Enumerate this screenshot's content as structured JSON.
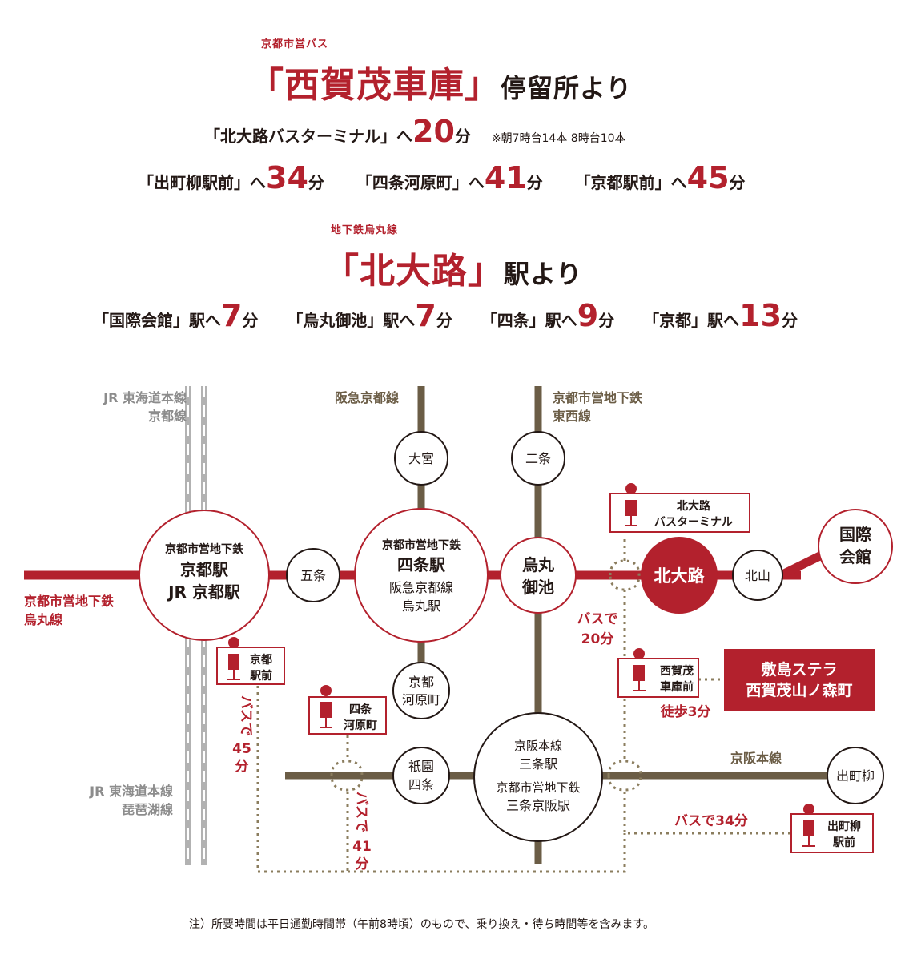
{
  "colors": {
    "accent": "#b3212d",
    "brown": "#6b5d46",
    "jr_gray": "#b2b2b2",
    "text": "#231815",
    "label_gray": "#8c8c8c"
  },
  "bus": {
    "subtitle": "京都市営バス",
    "title": "「西賀茂車庫」",
    "suffix": "停留所より",
    "rows": [
      [
        {
          "pre": "「北大路バスターミナル」へ",
          "num": "20",
          "post": "分"
        }
      ],
      [
        {
          "pre": "「出町柳駅前」へ",
          "num": "34",
          "post": "分"
        },
        {
          "pre": "「四条河原町」へ",
          "num": "41",
          "post": "分"
        },
        {
          "pre": "「京都駅前」へ",
          "num": "45",
          "post": "分"
        }
      ]
    ],
    "note": "※朝7時台14本 8時台10本"
  },
  "subway": {
    "subtitle": "地下鉄烏丸線",
    "title": "「北大路」",
    "suffix": "駅より",
    "row": [
      {
        "pre": "「国際会館」駅へ",
        "num": "7",
        "post": "分"
      },
      {
        "pre": "「烏丸御池」駅へ",
        "num": "7",
        "post": "分"
      },
      {
        "pre": "「四条」駅へ",
        "num": "9",
        "post": "分"
      },
      {
        "pre": "「京都」駅へ",
        "num": "13",
        "post": "分"
      }
    ]
  },
  "map": {
    "lines": {
      "jr_top_1": "JR 東海道本線",
      "jr_top_2": "京都線",
      "hankyu": "阪急京都線",
      "tozai_1": "京都市営地下鉄",
      "tozai_2": "東西線",
      "karasuma_1": "京都市営地下鉄",
      "karasuma_2": "烏丸線",
      "keihan": "京阪本線",
      "jr_bottom_1": "JR 東海道本線",
      "jr_bottom_2": "琵琶湖線"
    },
    "stations": {
      "kyoto_1": "京都市営地下鉄",
      "kyoto_2": "京都駅",
      "kyoto_3": "JR 京都駅",
      "gojo": "五条",
      "shijo_1": "京都市営地下鉄",
      "shijo_2": "四条駅",
      "shijo_3": "阪急京都線",
      "shijo_4": "烏丸駅",
      "omiya": "大宮",
      "nijo": "二条",
      "karasuma_oike_1": "烏丸",
      "karasuma_oike_2": "御池",
      "kitaoji": "北大路",
      "kitayama": "北山",
      "kokusai_1": "国際",
      "kokusai_2": "会館",
      "kawaramachi_1": "京都",
      "kawaramachi_2": "河原町",
      "gion_1": "祇園",
      "gion_2": "四条",
      "sanjo_1": "京阪本線",
      "sanjo_2": "三条駅",
      "sanjo_3": "京都市営地下鉄",
      "sanjo_4": "三条京阪駅",
      "demachi": "出町柳"
    },
    "bus_stops": {
      "kitaoji_bt_1": "北大路",
      "kitaoji_bt_2": "バスターミナル",
      "kyoto_ekimae_1": "京都",
      "kyoto_ekimae_2": "駅前",
      "shijo_kawaramachi_1": "四条",
      "shijo_kawaramachi_2": "河原町",
      "nishigamo_1": "西賀茂",
      "nishigamo_2": "車庫前",
      "demachi_ekimae_1": "出町柳",
      "demachi_ekimae_2": "駅前"
    },
    "times": {
      "bus20_1": "バスで",
      "bus20_2": "20分",
      "bus45_1": "バスで",
      "bus45_2": "45",
      "bus45_3": "分",
      "bus41_1": "バスで",
      "bus41_2": "41",
      "bus41_3": "分",
      "bus34": "バスで34分",
      "walk": "徒歩3分"
    },
    "property_1": "敷島ステラ",
    "property_2": "西賀茂山ノ森町"
  },
  "footer": "注）所要時間は平日通勤時間帯（午前8時頃）のもので、乗り換え・待ち時間等を含みます。"
}
